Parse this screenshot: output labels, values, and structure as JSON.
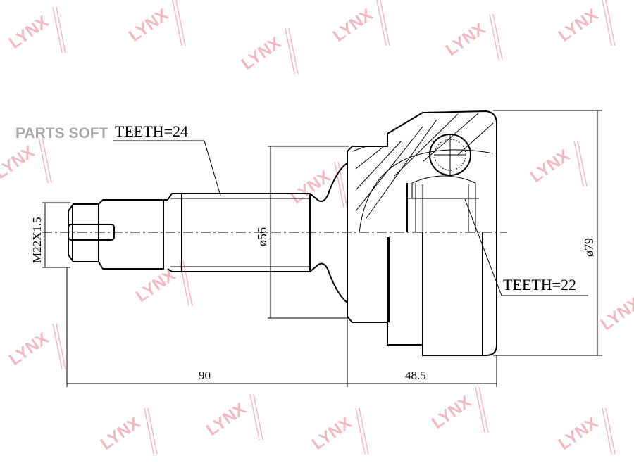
{
  "watermark": {
    "brand": "LYNX",
    "color": "#f3b9c0"
  },
  "overlay_text": "PARTS SOFT",
  "labels": {
    "teeth_shaft": "TEETH=24",
    "teeth_inner": "TEETH=22",
    "thread": "M22X1.5",
    "dia_shaft": "ø56",
    "dia_outer": "ø79",
    "len_shaft": "90",
    "len_bell": "48.5"
  }
}
